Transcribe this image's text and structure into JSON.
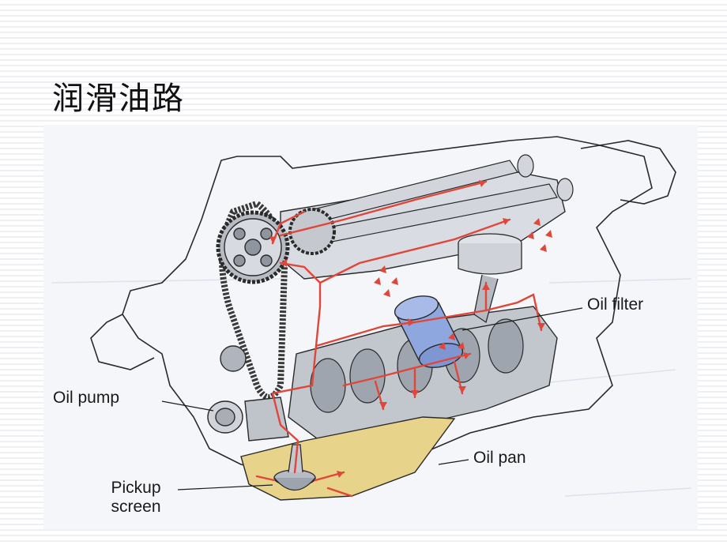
{
  "slide": {
    "title": "润滑油路"
  },
  "figure": {
    "labels": {
      "oil_filter": "Oil filter",
      "oil_pump": "Oil pump",
      "oil_pan": "Oil pan",
      "pickup_line1": "Pickup",
      "pickup_line2": "screen"
    },
    "colors": {
      "oil_flow": "#e0463a",
      "oil_pan_fill": "#e8d38a",
      "filter_fill": "#8ea7df",
      "engine_line": "#2a2a2a",
      "engine_fill": "#c9ccd2"
    }
  }
}
